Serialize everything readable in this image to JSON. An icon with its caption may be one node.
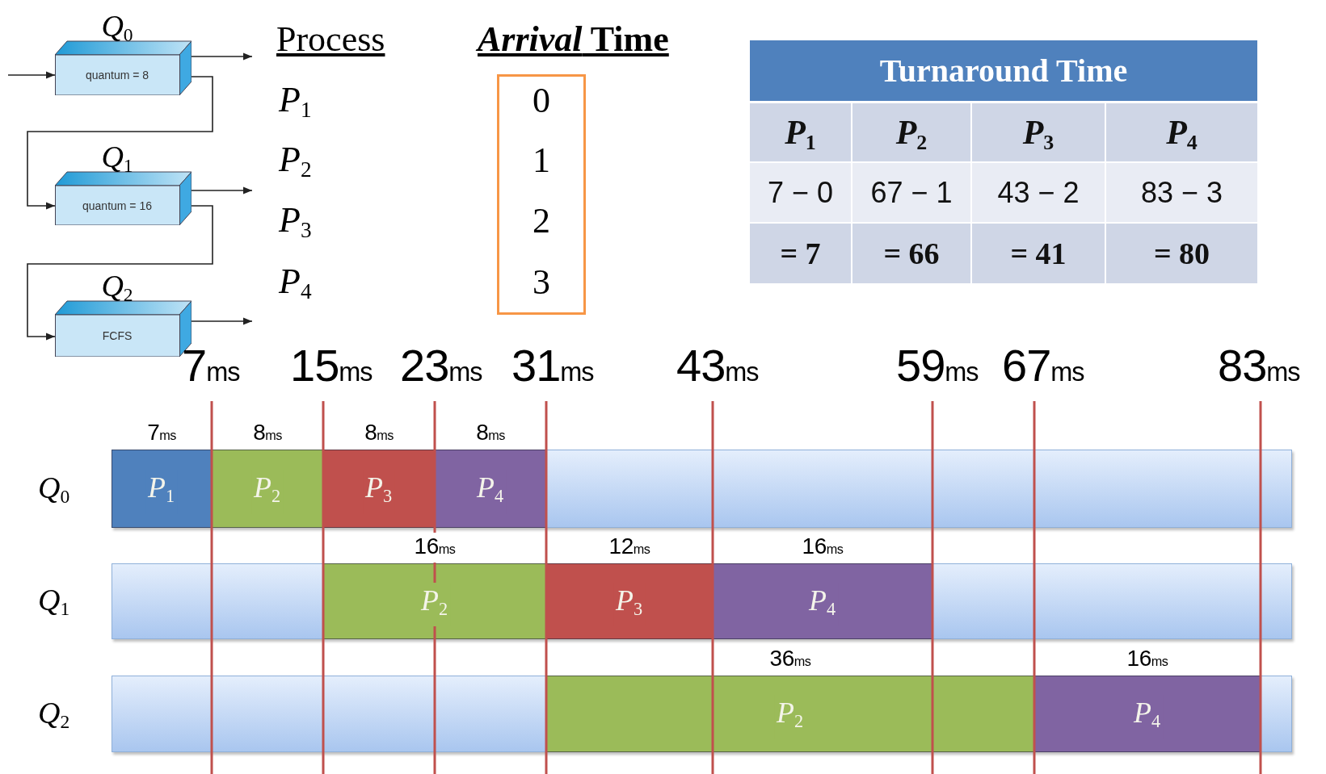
{
  "diagram": {
    "nodes": [
      {
        "text": [
          "Q$_{0}$",
          "quantum = 8"
        ]
      },
      {
        "text": [
          "Q$_{1}$",
          "quantum = 16"
        ]
      },
      {
        "text": [
          "Q$_{2}$",
          "FCFS"
        ]
      },
      {
        "text": [
          "0",
          "1",
          "2",
          "3"
        ]
      },
      {
        "text": [
          "Q$_{0}$"
        ]
      },
      {
        "text": [
          "P$_{1}$"
        ],
        "in": 4,
        "beside": [
          "7ms"
        ]
      },
      {
        "text": [
          "P$_{2}$"
        ],
        "in": 4,
        "beside": [
          "8ms"
        ]
      },
      {
        "text": [
          "P$_{3}$"
        ],
        "in": 4,
        "beside": [
          "8ms"
        ]
      },
      {
        "text": [
          "P$_{4}$"
        ],
        "in": 4,
        "beside": [
          "8ms"
        ]
      },
      {
        "text": [
          "Q$_{1}$"
        ]
      },
      {
        "text": [
          "P$_{2}$"
        ],
        "in": 9,
        "beside": [
          "16ms"
        ]
      },
      {
        "text": [
          "P$_{3}$"
        ],
        "in": 9,
        "beside": [
          "12ms"
        ]
      },
      {
        "text": [
          "P$_{4}$"
        ],
        "in": 9,
        "beside": [
          "16ms"
        ]
      },
      {
        "text": [
          "Q$_{2}$"
        ]
      },
      {
        "text": [
          "P$_{2}$"
        ],
        "in": 13,
        "beside": [
          "36ms"
        ]
      },
      {
        "text": [
          "P$_{4}$"
        ],
        "in": 13,
        "beside": [
          "16ms"
        ]
      }
    ],
    "edges": [
      {
        "from": null,
        "to": 0,
        "arrow": "to"
      },
      {
        "from": 0,
        "to": null,
        "arrow": "to"
      },
      {
        "from": 0,
        "to": 1,
        "arrow": "to"
      },
      {
        "from": 1,
        "to": null,
        "arrow": "to"
      },
      {
        "from": 1,
        "to": 2,
        "arrow": "to"
      },
      {
        "from": 2,
        "to": null,
        "arrow": "to"
      }
    ],
    "labels": [
      "Process",
      "*Arrival* Time",
      "Turnaround Time",
      "P$_{1}$",
      "P$_{2}$",
      "P$_{3}$",
      "P$_{4}$",
      "7 − 0",
      "67 − 1",
      "43 − 2",
      "83 − 3",
      "= 7",
      "= 66",
      "= 41",
      "= 80",
      "P$_{1}$",
      "P$_{2}$",
      "P$_{3}$",
      "P$_{4}$",
      "7ms",
      "15ms",
      "23ms",
      "31ms",
      "43ms",
      "59ms",
      "67ms",
      "83ms"
    ]
  }
}
